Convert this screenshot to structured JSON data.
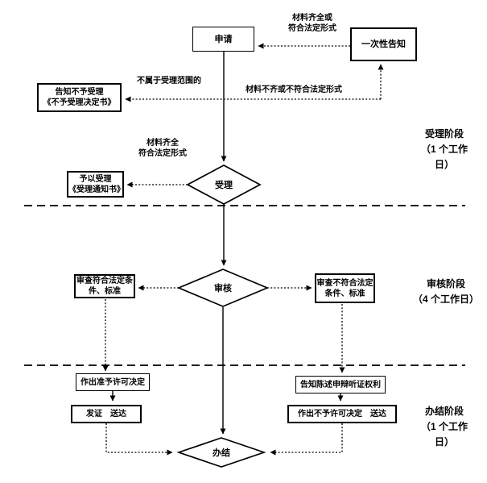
{
  "flowchart": {
    "nodes": {
      "apply": {
        "label": "申请"
      },
      "one_time_notice": {
        "label": "一次性告知"
      },
      "reject_notice": {
        "line1": "告知不予受理",
        "line2": "《不予受理决定书》"
      },
      "accept_notice": {
        "line1": "予以受理",
        "line2": "《受理通知书》"
      },
      "accept": {
        "label": "受理"
      },
      "review": {
        "label": "审核"
      },
      "review_pass": {
        "line1": "审查符合法定条",
        "line2": "件、标准"
      },
      "review_fail": {
        "line1": "审查不符合法定",
        "line2": "条件、标准"
      },
      "grant_decision": {
        "label": "作出准予许可决定"
      },
      "issue_deliver": {
        "label": "发证　送达"
      },
      "inform_rights": {
        "label": "告知陈述申辩听证权利"
      },
      "deny_decision": {
        "label": "作出不予许可决定　送达"
      },
      "complete": {
        "label": "办结"
      }
    },
    "edge_labels": {
      "materials_complete_top": {
        "line1": "材料齐全或",
        "line2": "符合法定形式"
      },
      "not_in_scope": {
        "label": "不属于受理范围的"
      },
      "materials_incomplete": {
        "label": "材料不齐或不符合法定形式"
      },
      "materials_complete_mid": {
        "line1": "材料齐全",
        "line2": "符合法定形式"
      }
    },
    "stage_labels": {
      "accept_stage": {
        "line1": "受理阶段",
        "line2": "（1 个工作",
        "line3": "日）"
      },
      "review_stage": {
        "line1": "审核阶段",
        "line2": "（4 个工作日）"
      },
      "complete_stage": {
        "line1": "办结阶段",
        "line2": "（1 个工作",
        "line3": "日）"
      }
    },
    "colors": {
      "line": "#000000",
      "background": "#ffffff"
    }
  }
}
